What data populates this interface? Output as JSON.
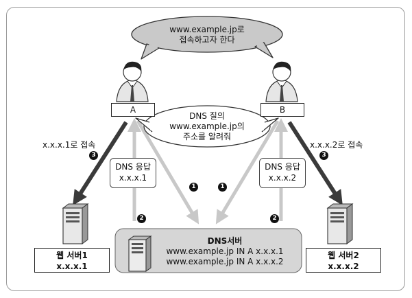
{
  "top_bubble": {
    "line1": "www.example.jp로",
    "line2": "접속하고자 한다"
  },
  "clients": {
    "a_label": "A",
    "b_label": "B"
  },
  "query_bubble": {
    "line1": "DNS 질의",
    "line2": "www.example.jp의",
    "line3": "주소를 알려줘"
  },
  "response_a": {
    "line1": "DNS 응답",
    "line2": "x.x.x.1"
  },
  "response_b": {
    "line1": "DNS 응답",
    "line2": "x.x.x.2"
  },
  "connect_a": "x.x.x.1로 접속",
  "connect_b": "x.x.x.2로 접속",
  "dns_server": {
    "title": "DNS서버",
    "record1": "www.example.jp IN A x.x.x.1",
    "record2": "www.example.jp IN A x.x.x.2"
  },
  "web_server1": {
    "line1": "웹 서버1",
    "line2": "x.x.x.1"
  },
  "web_server2": {
    "line1": "웹 서버2",
    "line2": "x.x.x.2"
  },
  "steps": {
    "one": "1",
    "two": "2",
    "three": "3"
  },
  "colors": {
    "bubble_fill": "#c9c9c9",
    "dns_area_fill": "#d6d6d6",
    "light_arrow": "#c8c8c8",
    "dark_arrow": "#3a3a3a"
  }
}
